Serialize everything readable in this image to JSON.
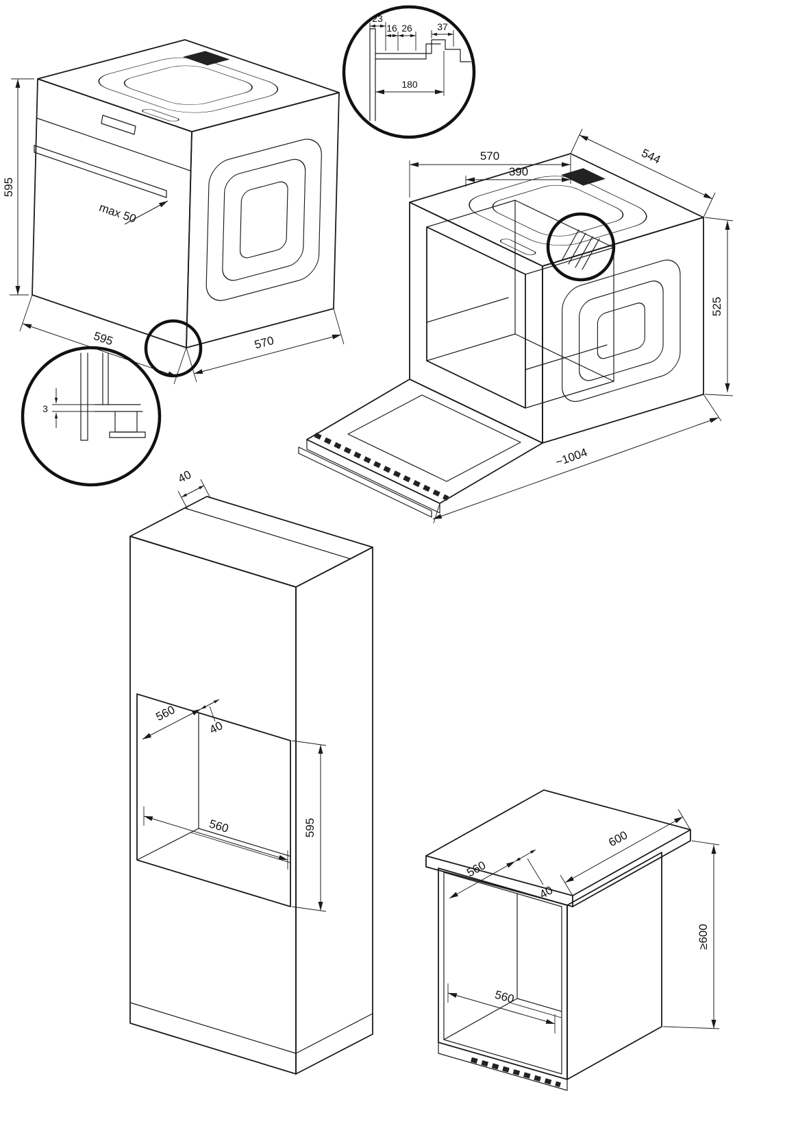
{
  "diagram": {
    "views": {
      "oven_closed": {
        "height": "595",
        "width": "595",
        "depth": "570",
        "handle_clearance": "max 50"
      },
      "corner_detail": {
        "d23": "23",
        "d16": "16",
        "d26": "26",
        "d37": "37",
        "d180": "180"
      },
      "oven_open": {
        "depth": "570",
        "door_depth": "390",
        "width": "544",
        "height": "525",
        "open_depth": "~1004"
      },
      "foot_detail": {
        "gap": "3"
      },
      "tall_cabinet": {
        "top_gap": "40",
        "niche_depth": "560",
        "rear_gap": "40",
        "niche_width": "560",
        "niche_height": "595"
      },
      "base_cabinet": {
        "worktop_depth": "600",
        "niche_depth": "560",
        "rear_gap": "40",
        "niche_width": "560",
        "niche_height": "≥600"
      }
    },
    "colors": {
      "line": "#1a1a1a"
    }
  }
}
